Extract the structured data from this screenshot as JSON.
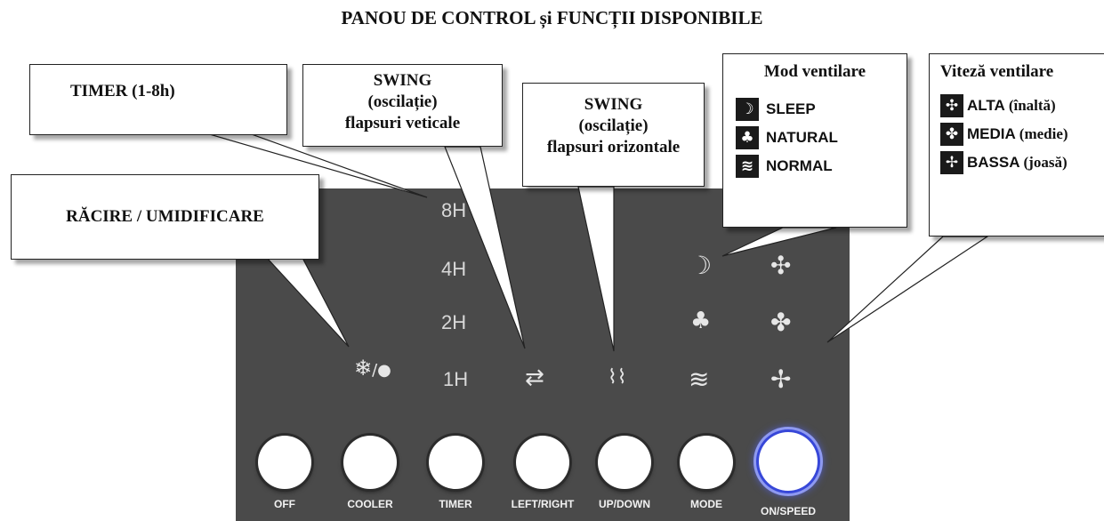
{
  "title": "PANOU DE CONTROL și FUNCȚII DISPONIBILE",
  "callouts": {
    "racire": "RĂCIRE / UMIDIFICARE",
    "timer": "TIMER (1-8h)",
    "swing_v": [
      "SWING",
      "(oscilație)",
      "flapsuri veticale"
    ],
    "swing_h": [
      "SWING",
      "(oscilație)",
      "flapsuri orizontale"
    ]
  },
  "mode_legend": {
    "title": "Mod ventilare",
    "items": [
      {
        "icon": "moon-icon",
        "label": "SLEEP"
      },
      {
        "icon": "tree-icon",
        "label": "NATURAL"
      },
      {
        "icon": "waves-icon",
        "label": "NORMAL"
      }
    ]
  },
  "speed_legend": {
    "title": "Viteză ventilare",
    "items": [
      {
        "icon": "fan-high-icon",
        "label": "ALTA",
        "note": "(înaltă)"
      },
      {
        "icon": "fan-medium-icon",
        "label": "MEDIA",
        "note": "(medie)"
      },
      {
        "icon": "fan-low-icon",
        "label": "BASSA",
        "note": "(joasă)"
      }
    ]
  },
  "panel": {
    "timer_labels": [
      "8H",
      "4H",
      "2H",
      "1H"
    ],
    "buttons": [
      "OFF",
      "COOLER",
      "TIMER",
      "LEFT/RIGHT",
      "UP/DOWN",
      "MODE",
      "ON/SPEED"
    ],
    "colors": {
      "panel": "#4a4a4a",
      "onspeed_ring": "#3747d8"
    }
  }
}
